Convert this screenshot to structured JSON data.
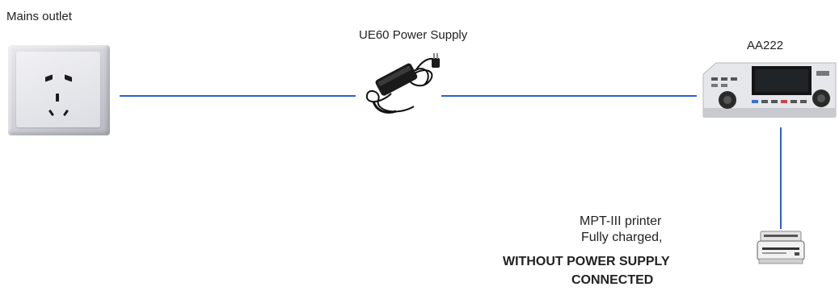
{
  "labels": {
    "mains_outlet": "Mains outlet",
    "power_supply": "UE60 Power Supply",
    "device": "AA222",
    "printer_line1": "MPT-III printer",
    "printer_line2": "Fully charged,",
    "printer_line3": "WITHOUT POWER SUPPLY",
    "printer_line4": "CONNECTED"
  },
  "colors": {
    "wire": "#2f5fd0",
    "background": "#ffffff"
  },
  "icons": {
    "outlet": "wall-socket-icon",
    "power_supply": "power-adapter-icon",
    "device": "audiometer-icon",
    "printer": "printer-icon"
  }
}
